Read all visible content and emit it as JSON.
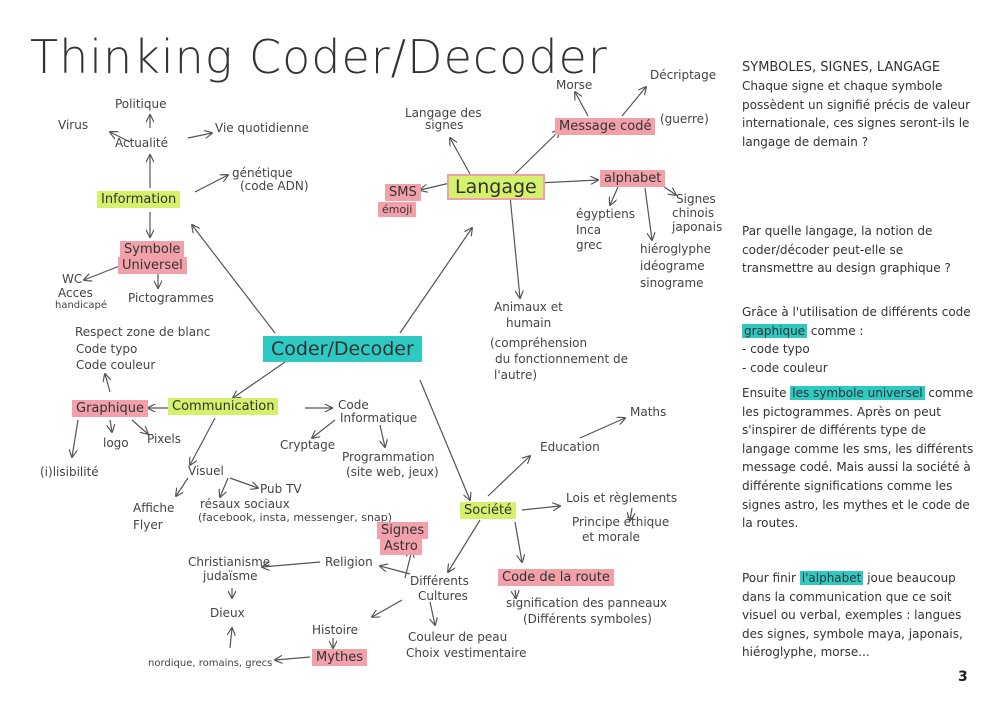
{
  "title": "Thinking Coder/Decoder",
  "page_number": "3",
  "colors": {
    "pink": "#f2a1aa",
    "lime": "#d5f06a",
    "teal": "#2ec9c3"
  },
  "nodes": {
    "coder_decoder": "Coder/Decoder",
    "information": "Information",
    "actualite": "Actualité",
    "politique": "Politique",
    "virus": "Virus",
    "vie_quotidienne": "Vie quotidienne",
    "genetique": "génétique",
    "code_adn": "(code ADN)",
    "symbole_universel_1": "Symbole",
    "symbole_universel_2": "Universel",
    "wc_1": "WC",
    "wc_2": "Acces",
    "wc_3": "handicapé",
    "pictogrammes": "Pictogrammes",
    "langage": "Langage",
    "langage_des_signes_1": "Langage des",
    "langage_des_signes_2": "signes",
    "morse": "Morse",
    "decriptage": "Décriptage",
    "message_code": "Message codé",
    "guerre": "(guerre)",
    "sms_1": "SMS",
    "sms_2": "émoji",
    "alphabet": "alphabet",
    "egyptiens": "égyptiens",
    "inca": "Inca",
    "grec": "grec",
    "signes_chinois_1": "Signes",
    "signes_chinois_2": "chinois",
    "signes_chinois_3": "japonais",
    "hieroglyphe_1": "hiéroglyphe",
    "hieroglyphe_2": "idéograme",
    "hieroglyphe_3": "sinograme",
    "animaux_1": "Animaux et",
    "animaux_2": "humain",
    "animaux_3": "(compréhension",
    "animaux_4": "du fonctionnement de",
    "animaux_5": "l'autre)",
    "respect_1": "Respect zone de blanc",
    "respect_2": "Code typo",
    "respect_3": "Code couleur",
    "graphique": "Graphique",
    "communication": "Communication",
    "code_info_1": "Code",
    "code_info_2": "Informatique",
    "cryptage": "Cryptage",
    "programmation_1": "Programmation",
    "programmation_2": "(site web, jeux)",
    "logo": "logo",
    "pixels": "Pixels",
    "lisibilite": "(i)lisibilité",
    "visuel": "Visuel",
    "pub_tv": "Pub TV",
    "reseaux_1": "résaux sociaux",
    "reseaux_2": "(facebook, insta, messenger, snap)",
    "affiche_1": "Affiche",
    "affiche_2": "Flyer",
    "maths": "Maths",
    "education": "Education",
    "societe": "Société",
    "lois": "Lois et règlements",
    "principe_1": "Principe éthique",
    "principe_2": "et morale",
    "signes_astro_1": "Signes",
    "signes_astro_2": "Astro",
    "christianisme_1": "Christianisme",
    "christianisme_2": "judaïsme",
    "religion": "Religion",
    "differents_1": "Différents",
    "differents_2": "Cultures",
    "dieux": "Dieux",
    "histoire": "Histoire",
    "mythes": "Mythes",
    "nordique": "nordique, romains, grecs",
    "code_route": "Code de la route",
    "signification_1": "signification des panneaux",
    "signification_2": "(Différents symboles)",
    "couleur_1": "Couleur de peau",
    "couleur_2": "Choix vestimentaire"
  },
  "notes": {
    "heading": "SYMBOLES, SIGNES, LANGAGE",
    "p1": "Chaque signe et chaque symbole possèdent un signifié précis de valeur internationale, ces signes seront-ils le langage de demain ?",
    "p2": "Par quelle langage, la notion de coder/décoder peut-elle se transmettre au design graphique ?",
    "p3_a": "Grâce à l'utilisation de différents code",
    "p3_mark": "graphique",
    "p3_b": "comme :",
    "p3_list_1": "- code typo",
    "p3_list_2": "- code couleur",
    "p4_a": "Ensuite",
    "p4_mark": "les symbole universel",
    "p4_b": "comme les pictogrammes. Après on peut s'inspirer de différents type de langage comme les sms, les différents message codé. Mais aussi la société à différente significations comme les signes astro, les mythes et le code de la routes.",
    "p5_a": "Pour finir",
    "p5_mark": "l'alphabet",
    "p5_b": "joue beaucoup dans la communication que ce soit visuel ou verbal, exemples : langues des signes, symbole maya, japonais, hiéroglyphe, morse..."
  }
}
